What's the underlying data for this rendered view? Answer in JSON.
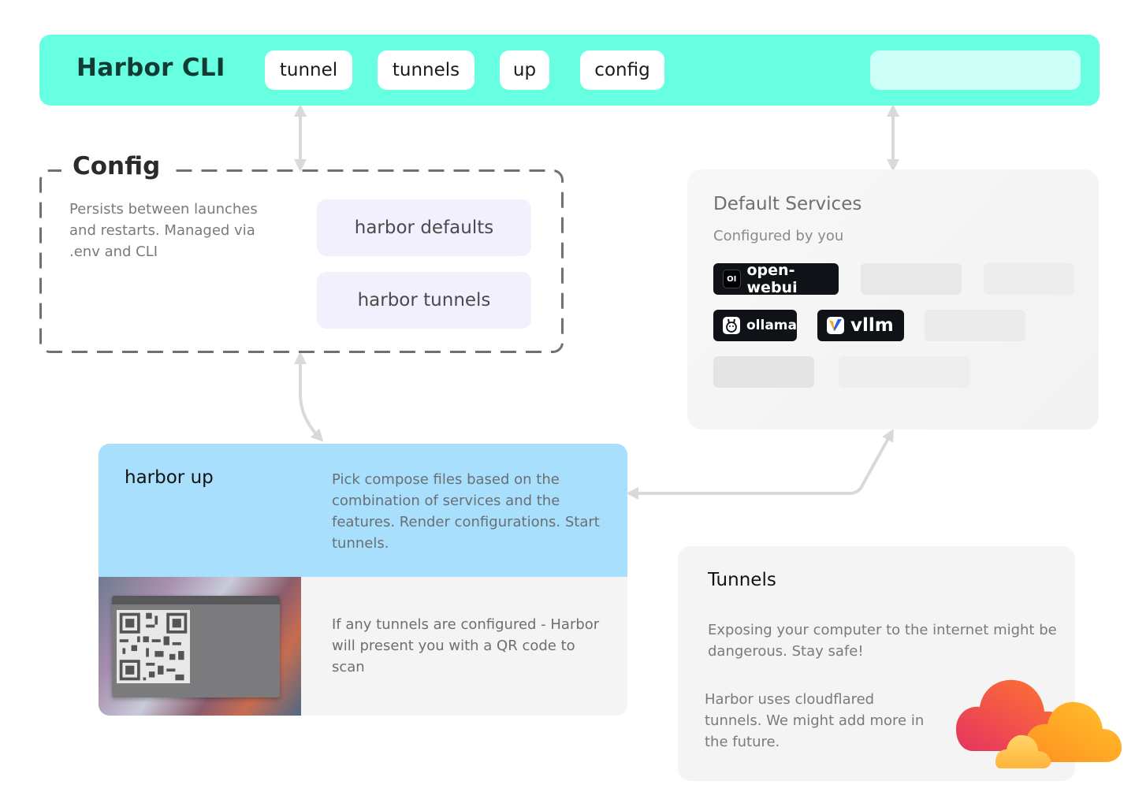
{
  "topbar": {
    "title": "Harbor CLI",
    "commands": [
      "tunnel",
      "tunnels",
      "up",
      "config"
    ]
  },
  "config": {
    "title": "Config",
    "description": "Persists between launches and restarts. Managed via .env and CLI",
    "items": [
      "harbor defaults",
      "harbor tunnels"
    ]
  },
  "services": {
    "title": "Default Services",
    "subtitle": "Configured by you",
    "chips": [
      {
        "label": "open-webui",
        "icon": "open-webui-logo",
        "icon_text": "OI"
      },
      {
        "label": "ollama",
        "icon": "ollama-logo"
      },
      {
        "label": "vllm",
        "icon": "vllm-logo"
      }
    ]
  },
  "harbor_up": {
    "title": "harbor up",
    "description": "Pick compose files based on the combination of services and the features. Render configurations. Start tunnels.",
    "note": "If any tunnels are configured - Harbor will present you with a QR code to scan"
  },
  "tunnels": {
    "title": "Tunnels",
    "warning": "Exposing your computer to the internet might be dangerous. Stay safe!",
    "note": "Harbor uses cloudflared tunnels. We might add more in the future.",
    "icon": "cloudflare-cloud-icon"
  },
  "colors": {
    "topbar": "#66ffe1",
    "harbor_up": "#a8dffd",
    "pill": "#f2f0fd",
    "chip": "#0f1216",
    "connector": "#d9d9d9"
  }
}
